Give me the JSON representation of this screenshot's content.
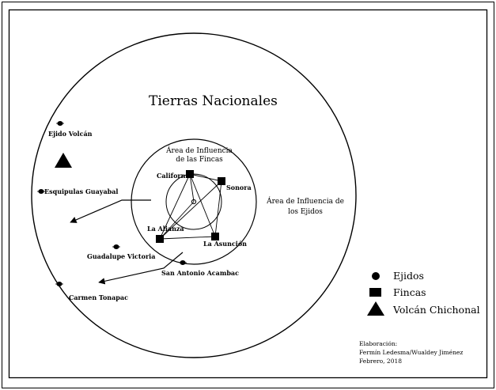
{
  "map": {
    "title": "Tierras Nacionales",
    "zones": {
      "fincas_line1": "Área de Influencia",
      "fincas_line2": "de las Fincas",
      "ejidos_line1": "Área de Influencia de",
      "ejidos_line2": "los Ejidos"
    },
    "fincas": [
      {
        "id": "california",
        "label": "California"
      },
      {
        "id": "sonora",
        "label": "Sonora"
      },
      {
        "id": "la-alianza",
        "label": "La Alianza"
      },
      {
        "id": "la-asuncion",
        "label": "La Asunción"
      }
    ],
    "ejidos": [
      {
        "id": "ejido-volcan",
        "label": "Ejido Volcán"
      },
      {
        "id": "esquipulas-guayabal",
        "label": "Esquipulas Guayabal"
      },
      {
        "id": "guadalupe-victoria",
        "label": "Guadalupe Victoria"
      },
      {
        "id": "san-antonio-acambac",
        "label": "San Antonio Acambac"
      },
      {
        "id": "carmen-tonapac",
        "label": "Carmen Tonapac"
      }
    ]
  },
  "legend": {
    "ejidos": "Ejidos",
    "fincas": "Fincas",
    "volcan": "Volcán Chichonal"
  },
  "credits": {
    "line1": "Elaboración:",
    "line2": "Fermín Ledesma/Wualdey Jiménez",
    "line3": "Febrero, 2018"
  },
  "colors": {
    "ink": "#000000",
    "paper": "#ffffff"
  }
}
